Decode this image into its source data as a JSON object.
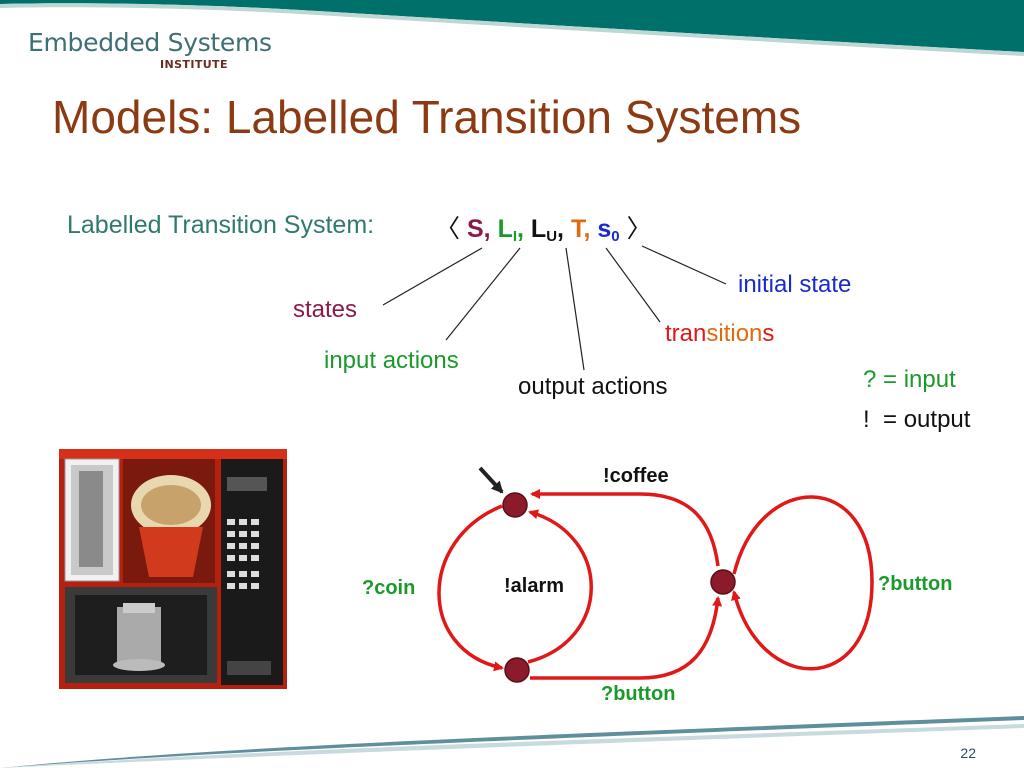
{
  "header": {
    "logo_main": "Embedded Systems",
    "logo_sub": "INSTITUTE",
    "band_color": "#00706b"
  },
  "slide": {
    "title": "Models: Labelled Transition Systems",
    "page_number": "22"
  },
  "definition": {
    "label": "Labelled Transition System:",
    "open_bracket": "〈",
    "close_bracket": "〉",
    "comp_s": "S",
    "comp_li_base": "L",
    "comp_li_sub": "I",
    "comp_lu_base": "L",
    "comp_lu_sub": "U",
    "comp_t": "T",
    "comp_s0_base": "s",
    "comp_s0_sub": "0",
    "comma": ","
  },
  "annotations": {
    "states": "states",
    "input_actions": "input actions",
    "output_actions": "output actions",
    "transitions_1": "tran",
    "transitions_2": "sition",
    "transitions_3": "s",
    "initial_state": "initial state"
  },
  "legend": {
    "input_symbol": "?",
    "input_text": "= input",
    "output_symbol": "!",
    "output_text": "= output"
  },
  "diagram": {
    "label_coffee": "!coffee",
    "label_coin": "?coin",
    "label_alarm": "!alarm",
    "label_button_right": "?button",
    "label_button_bottom": "?button"
  },
  "colors": {
    "title": "#8b3a12",
    "states": "#8b1a4a",
    "input": "#1a9a2a",
    "output": "#111111",
    "transitions": "#e06a10",
    "initial": "#1a2acc",
    "edge": "#e01818",
    "node": "#8b1a2a"
  }
}
